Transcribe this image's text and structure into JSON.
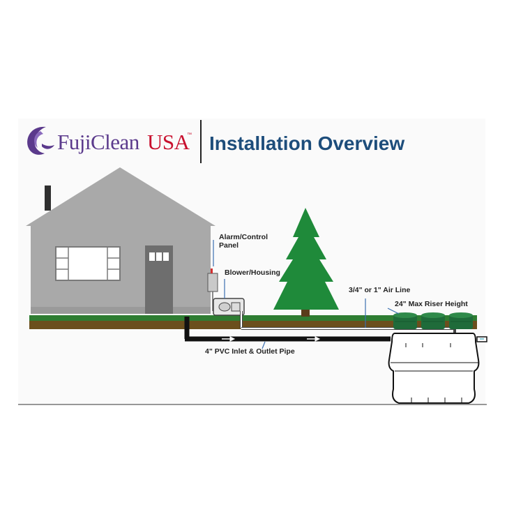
{
  "header": {
    "brand_name": "FujiClean",
    "brand_suffix": "USA",
    "brand_tm": "™",
    "title": "Installation Overview"
  },
  "labels": {
    "alarm_panel_line1": "Alarm/Control",
    "alarm_panel_line2": "Panel",
    "blower_housing": "Blower/Housing",
    "air_line": "3/4\" or 1\" Air Line",
    "riser_height": "24\" Max Riser Height",
    "pvc_pipe": "4\" PVC Inlet & Outlet Pipe"
  },
  "colors": {
    "brand_purple": "#5b3a8c",
    "brand_red": "#c8102e",
    "title_blue": "#1d4d7b",
    "house_gray": "#a9a9a9",
    "grass_green": "#2e7d32",
    "soil_brown": "#6b4f1d",
    "tree_green": "#1f8a3a",
    "riser_green": "#1f6b3a"
  },
  "icons": [
    "fujiclean-logo-icon",
    "flow-arrow-icon"
  ]
}
